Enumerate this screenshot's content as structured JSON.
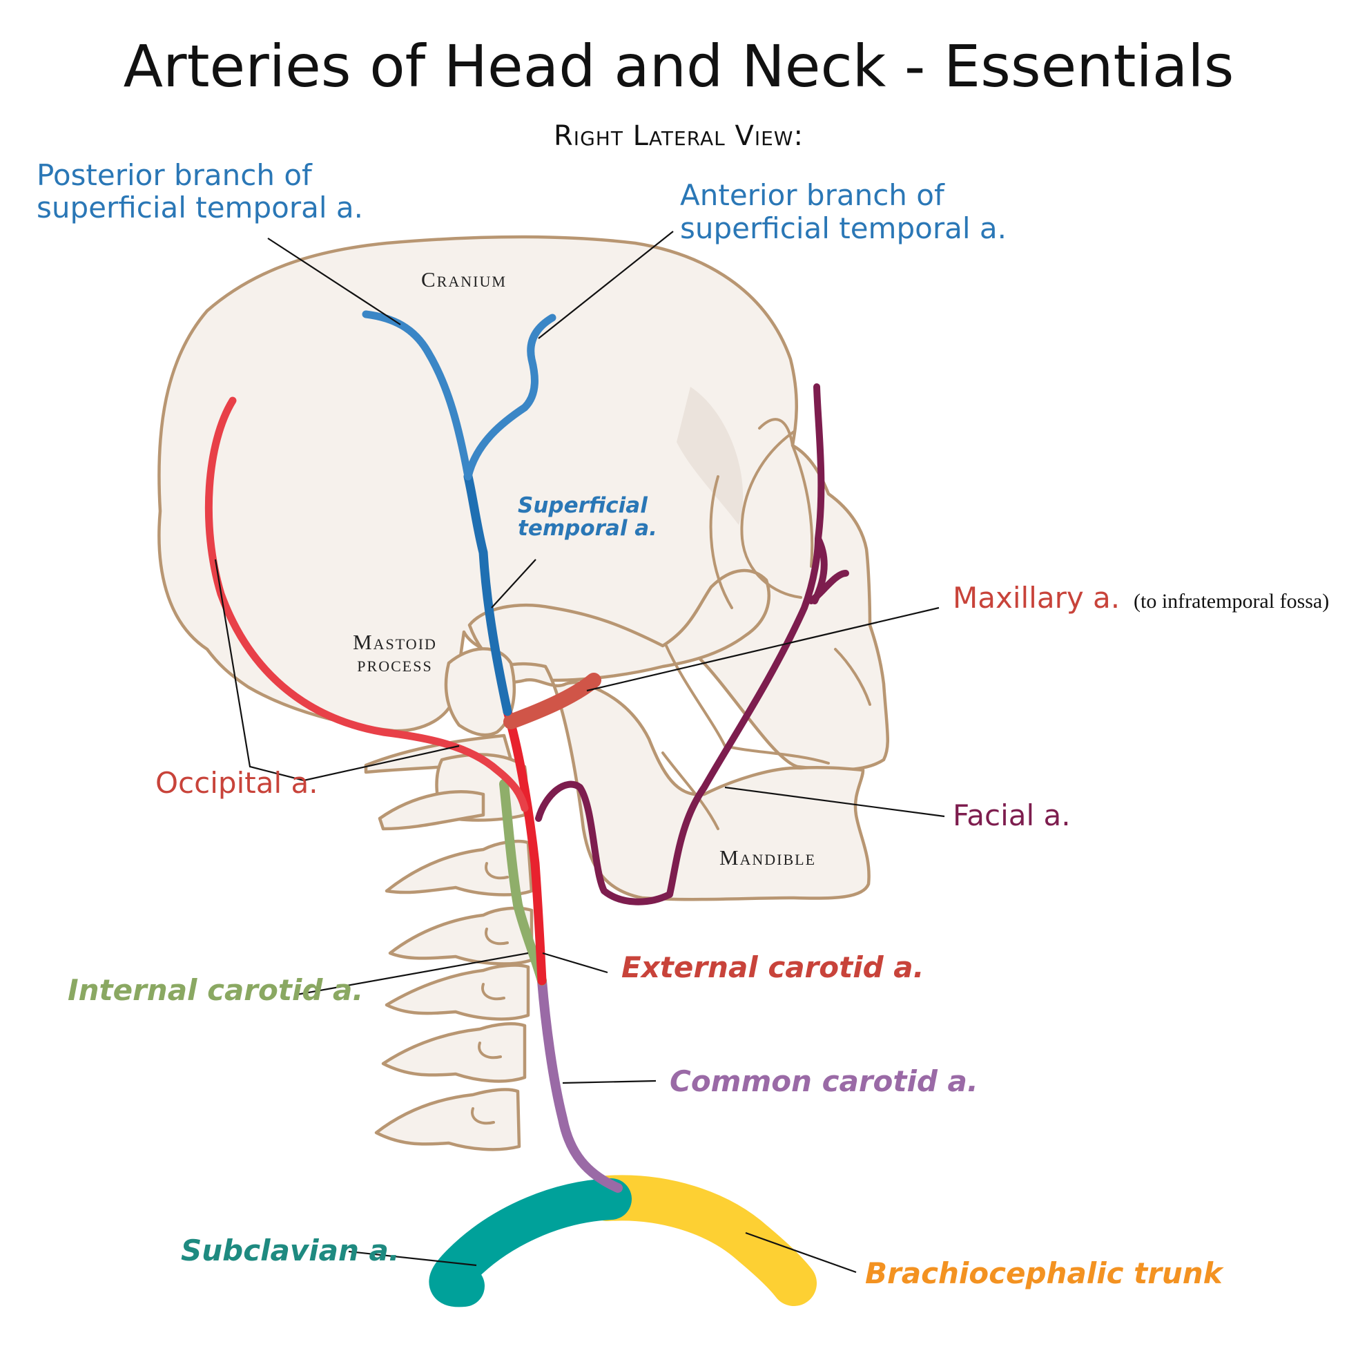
{
  "title": "Arteries of Head and Neck - Essentials",
  "subtitle": "Right Lateral View:",
  "bone_labels": {
    "cranium": "Cranium",
    "mastoid_line1": "Mastoid",
    "mastoid_line2": "process",
    "mandible": "Mandible"
  },
  "labels": {
    "posterior_branch_line1": "Posterior branch of",
    "posterior_branch_line2": "superficial temporal a.",
    "anterior_branch_line1": "Anterior branch of",
    "anterior_branch_line2": "superficial temporal a.",
    "superficial_temporal_line1": "Superficial",
    "superficial_temporal_line2": "temporal a.",
    "maxillary": "Maxillary a.",
    "maxillary_note": "(to infratemporal fossa)",
    "occipital": "Occipital a.",
    "facial": "Facial a.",
    "external_carotid": "External carotid a.",
    "internal_carotid": "Internal carotid a.",
    "common_carotid": "Common carotid a.",
    "subclavian": "Subclavian a.",
    "brachiocephalic": "Brachiocephalic trunk"
  },
  "colors": {
    "superficial_temporal": "#1f6fb2",
    "superficial_temporal_branches": "#3a86c6",
    "external_carotid": "#e8222e",
    "occipital": "#e84048",
    "maxillary": "#d05548",
    "facial": "#7d1d4e",
    "internal_carotid": "#8fae6a",
    "common_carotid": "#9a6aa6",
    "subclavian": "#00a19a",
    "brachiocephalic": "#fdd033",
    "bone_fill": "#f6f1ec",
    "bone_outline": "#b89672",
    "label_blue": "#2a77b6",
    "label_red": "#c8433a",
    "label_purple": "#7d1d4e",
    "label_green": "#8aa862",
    "label_lavender": "#9a6aa6",
    "label_teal": "#1e8a80",
    "label_orange": "#f39221"
  }
}
